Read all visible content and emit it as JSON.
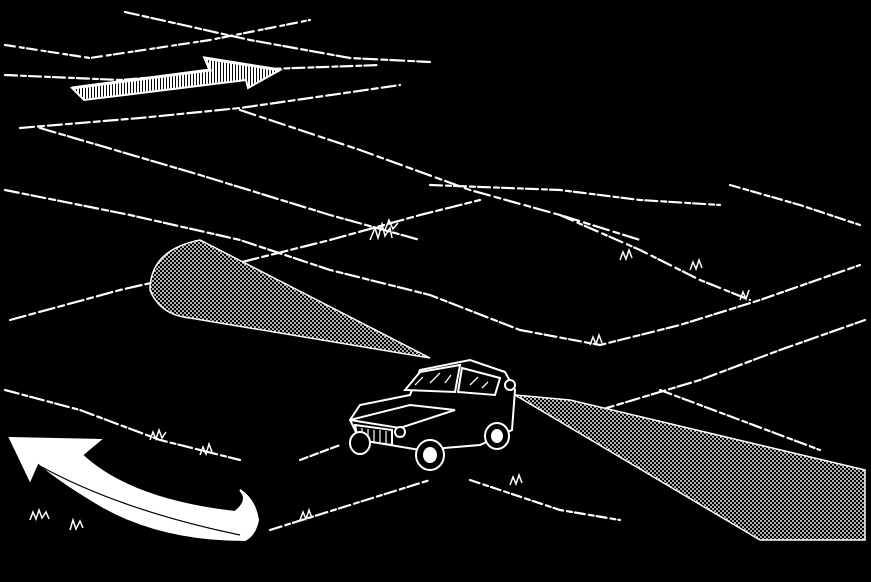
{
  "illustration": {
    "colors": {
      "background": "#000000",
      "lines": "#ffffff",
      "beam_shading": "#d9d9d9"
    },
    "elements": [
      "field-boundary-lines",
      "top-direction-arrow",
      "bottom-direction-arrow",
      "jeep-vehicle",
      "searchlight-beam-rear",
      "searchlight-beam-side",
      "grass-tufts"
    ]
  }
}
